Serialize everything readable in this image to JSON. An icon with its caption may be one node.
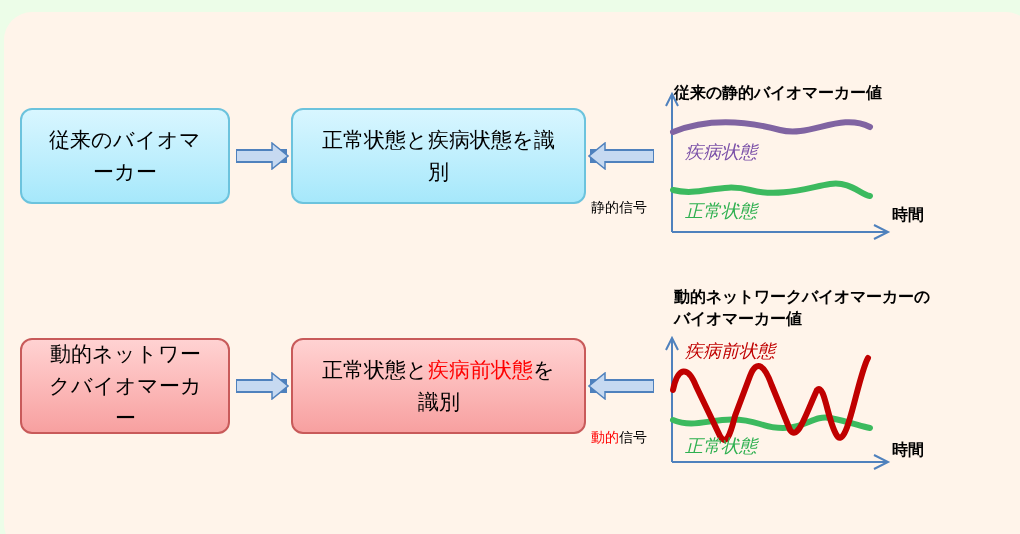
{
  "diagram": {
    "nodes": [
      {
        "text": [
          "従来のバイオマーカー"
        ]
      },
      {
        "text": [
          "正常状態と疾病状態を識別"
        ]
      },
      {
        "text": [
          "従来の静的バイオマーカー値",
          "疾病状態",
          "正常状態",
          "時間"
        ]
      },
      {
        "text": [
          "動的ネットワークバイオマーカー"
        ]
      },
      {
        "text": [
          "正常状態と**疾病前状態**を識別"
        ]
      },
      {
        "text": [
          "動的ネットワークバイオマーカーのバイオマーカー値",
          "疾病前状態",
          "正常状態",
          "時間"
        ]
      }
    ],
    "edges": [
      {
        "from": 0,
        "to": 1,
        "arrow": "to"
      },
      {
        "from": 2,
        "to": 1,
        "arrow": "to",
        "label": "静的信号"
      },
      {
        "from": 3,
        "to": 4,
        "arrow": "to"
      },
      {
        "from": 5,
        "to": 4,
        "arrow": "to",
        "label": "**動的**信号"
      }
    ]
  }
}
